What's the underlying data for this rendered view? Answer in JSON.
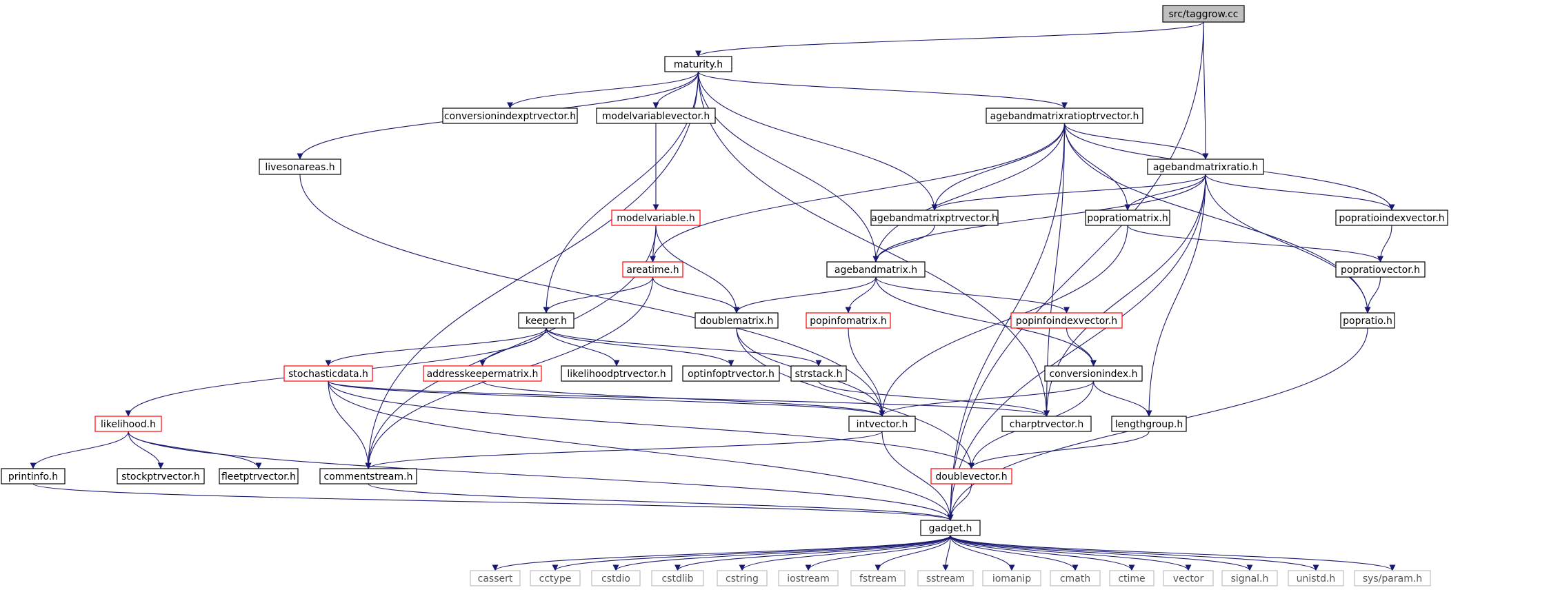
{
  "colors": {
    "edge": "#191970",
    "node_border": "#000000",
    "node_border_truncated": "#ff0000",
    "node_border_system": "#bfbfbf",
    "node_fill_root": "#bfbfbf",
    "node_fill": "#ffffff",
    "system_text": "#555555"
  },
  "nodes": [
    {
      "id": "taggrow",
      "label": "src/taggrow.cc",
      "style": "root"
    },
    {
      "id": "maturity",
      "label": "maturity.h",
      "style": "normal"
    },
    {
      "id": "conversionindexptrvector",
      "label": "conversionindexptrvector.h",
      "style": "normal"
    },
    {
      "id": "modelvariablevector",
      "label": "modelvariablevector.h",
      "style": "normal"
    },
    {
      "id": "agebandmatrixratioptrvector",
      "label": "agebandmatrixratioptrvector.h",
      "style": "normal"
    },
    {
      "id": "livesonareas",
      "label": "livesonareas.h",
      "style": "normal"
    },
    {
      "id": "agebandmatrixratio",
      "label": "agebandmatrixratio.h",
      "style": "normal"
    },
    {
      "id": "modelvariable",
      "label": "modelvariable.h",
      "style": "truncated"
    },
    {
      "id": "agebandmatrixptrvector",
      "label": "agebandmatrixptrvector.h",
      "style": "normal"
    },
    {
      "id": "popratiomatrix",
      "label": "popratiomatrix.h",
      "style": "normal"
    },
    {
      "id": "popratioindexvector",
      "label": "popratioindexvector.h",
      "style": "normal"
    },
    {
      "id": "areatime",
      "label": "areatime.h",
      "style": "truncated"
    },
    {
      "id": "agebandmatrix",
      "label": "agebandmatrix.h",
      "style": "normal"
    },
    {
      "id": "popratiovector",
      "label": "popratiovector.h",
      "style": "normal"
    },
    {
      "id": "keeper",
      "label": "keeper.h",
      "style": "normal"
    },
    {
      "id": "doublematrix",
      "label": "doublematrix.h",
      "style": "normal"
    },
    {
      "id": "popinfomatrix",
      "label": "popinfomatrix.h",
      "style": "truncated"
    },
    {
      "id": "popinfoindexvector",
      "label": "popinfoindexvector.h",
      "style": "truncated"
    },
    {
      "id": "popratio",
      "label": "popratio.h",
      "style": "normal"
    },
    {
      "id": "stochasticdata",
      "label": "stochasticdata.h",
      "style": "truncated"
    },
    {
      "id": "addresskeepermatrix",
      "label": "addresskeepermatrix.h",
      "style": "truncated"
    },
    {
      "id": "likelihoodptrvector",
      "label": "likelihoodptrvector.h",
      "style": "normal"
    },
    {
      "id": "optinfoptrvector",
      "label": "optinfoptrvector.h",
      "style": "normal"
    },
    {
      "id": "strstack",
      "label": "strstack.h",
      "style": "normal"
    },
    {
      "id": "conversionindex",
      "label": "conversionindex.h",
      "style": "normal"
    },
    {
      "id": "likelihood",
      "label": "likelihood.h",
      "style": "truncated"
    },
    {
      "id": "intvector",
      "label": "intvector.h",
      "style": "normal"
    },
    {
      "id": "charptrvector",
      "label": "charptrvector.h",
      "style": "normal"
    },
    {
      "id": "lengthgroup",
      "label": "lengthgroup.h",
      "style": "normal"
    },
    {
      "id": "printinfo",
      "label": "printinfo.h",
      "style": "normal"
    },
    {
      "id": "stockptrvector",
      "label": "stockptrvector.h",
      "style": "normal"
    },
    {
      "id": "fleetptrvector",
      "label": "fleetptrvector.h",
      "style": "normal"
    },
    {
      "id": "commentstream",
      "label": "commentstream.h",
      "style": "normal"
    },
    {
      "id": "doublevector",
      "label": "doublevector.h",
      "style": "truncated"
    },
    {
      "id": "gadget",
      "label": "gadget.h",
      "style": "normal"
    },
    {
      "id": "cassert",
      "label": "cassert",
      "style": "system"
    },
    {
      "id": "cctype",
      "label": "cctype",
      "style": "system"
    },
    {
      "id": "cstdio",
      "label": "cstdio",
      "style": "system"
    },
    {
      "id": "cstdlib",
      "label": "cstdlib",
      "style": "system"
    },
    {
      "id": "cstring",
      "label": "cstring",
      "style": "system"
    },
    {
      "id": "iostream",
      "label": "iostream",
      "style": "system"
    },
    {
      "id": "fstream",
      "label": "fstream",
      "style": "system"
    },
    {
      "id": "sstream",
      "label": "sstream",
      "style": "system"
    },
    {
      "id": "iomanip",
      "label": "iomanip",
      "style": "system"
    },
    {
      "id": "cmath",
      "label": "cmath",
      "style": "system"
    },
    {
      "id": "ctime",
      "label": "ctime",
      "style": "system"
    },
    {
      "id": "vector",
      "label": "vector",
      "style": "system"
    },
    {
      "id": "signalh",
      "label": "signal.h",
      "style": "system"
    },
    {
      "id": "unistd",
      "label": "unistd.h",
      "style": "system"
    },
    {
      "id": "sysparam",
      "label": "sys/param.h",
      "style": "system"
    }
  ],
  "edges": [
    [
      "taggrow",
      "maturity"
    ],
    [
      "taggrow",
      "agebandmatrixratio"
    ],
    [
      "taggrow",
      "gadget"
    ],
    [
      "maturity",
      "conversionindexptrvector"
    ],
    [
      "maturity",
      "modelvariablevector"
    ],
    [
      "maturity",
      "agebandmatrixratioptrvector"
    ],
    [
      "maturity",
      "livesonareas"
    ],
    [
      "maturity",
      "keeper"
    ],
    [
      "maturity",
      "commentstream"
    ],
    [
      "maturity",
      "agebandmatrixptrvector"
    ],
    [
      "maturity",
      "agebandmatrix"
    ],
    [
      "maturity",
      "charptrvector"
    ],
    [
      "modelvariablevector",
      "modelvariable"
    ],
    [
      "agebandmatrixratioptrvector",
      "agebandmatrixratio"
    ],
    [
      "agebandmatrixratioptrvector",
      "agebandmatrixptrvector"
    ],
    [
      "agebandmatrixratioptrvector",
      "agebandmatrix"
    ],
    [
      "agebandmatrixratioptrvector",
      "popratiomatrix"
    ],
    [
      "agebandmatrixratioptrvector",
      "popratioindexvector"
    ],
    [
      "agebandmatrixratioptrvector",
      "popratio"
    ],
    [
      "agebandmatrixratioptrvector",
      "areatime"
    ],
    [
      "agebandmatrixratioptrvector",
      "charptrvector"
    ],
    [
      "agebandmatrixratioptrvector",
      "gadget"
    ],
    [
      "livesonareas",
      "intvector"
    ],
    [
      "agebandmatrixratio",
      "agebandmatrixptrvector"
    ],
    [
      "agebandmatrixratio",
      "popratiomatrix"
    ],
    [
      "agebandmatrixratio",
      "popratioindexvector"
    ],
    [
      "agebandmatrixratio",
      "agebandmatrix"
    ],
    [
      "agebandmatrixratio",
      "popratio"
    ],
    [
      "agebandmatrixratio",
      "charptrvector"
    ],
    [
      "agebandmatrixratio",
      "lengthgroup"
    ],
    [
      "agebandmatrixratio",
      "gadget"
    ],
    [
      "modelvariable",
      "areatime"
    ],
    [
      "modelvariable",
      "doublematrix"
    ],
    [
      "modelvariable",
      "commentstream"
    ],
    [
      "agebandmatrixptrvector",
      "agebandmatrix"
    ],
    [
      "popratiomatrix",
      "popratiovector"
    ],
    [
      "popratiomatrix",
      "intvector"
    ],
    [
      "popratioindexvector",
      "popratiovector"
    ],
    [
      "areatime",
      "keeper"
    ],
    [
      "areatime",
      "doublematrix"
    ],
    [
      "areatime",
      "commentstream"
    ],
    [
      "agebandmatrix",
      "doublematrix"
    ],
    [
      "agebandmatrix",
      "popinfomatrix"
    ],
    [
      "agebandmatrix",
      "popinfoindexvector"
    ],
    [
      "agebandmatrix",
      "conversionindex"
    ],
    [
      "popratiovector",
      "popratio"
    ],
    [
      "keeper",
      "stochasticdata"
    ],
    [
      "keeper",
      "addresskeepermatrix"
    ],
    [
      "keeper",
      "likelihoodptrvector"
    ],
    [
      "keeper",
      "optinfoptrvector"
    ],
    [
      "keeper",
      "strstack"
    ],
    [
      "keeper",
      "likelihood"
    ],
    [
      "doublematrix",
      "intvector"
    ],
    [
      "doublematrix",
      "doublevector"
    ],
    [
      "popinfomatrix",
      "intvector"
    ],
    [
      "popinfoindexvector",
      "conversionindex"
    ],
    [
      "popratio",
      "gadget"
    ],
    [
      "stochasticdata",
      "commentstream"
    ],
    [
      "stochasticdata",
      "intvector"
    ],
    [
      "stochasticdata",
      "charptrvector"
    ],
    [
      "stochasticdata",
      "doublevector"
    ],
    [
      "stochasticdata",
      "gadget"
    ],
    [
      "addresskeepermatrix",
      "intvector"
    ],
    [
      "strstack",
      "charptrvector"
    ],
    [
      "conversionindex",
      "intvector"
    ],
    [
      "conversionindex",
      "lengthgroup"
    ],
    [
      "conversionindex",
      "doublevector"
    ],
    [
      "likelihood",
      "printinfo"
    ],
    [
      "likelihood",
      "stockptrvector"
    ],
    [
      "likelihood",
      "fleetptrvector"
    ],
    [
      "likelihood",
      "gadget"
    ],
    [
      "intvector",
      "commentstream"
    ],
    [
      "intvector",
      "gadget"
    ],
    [
      "lengthgroup",
      "doublevector"
    ],
    [
      "printinfo",
      "gadget"
    ],
    [
      "commentstream",
      "gadget"
    ],
    [
      "doublevector",
      "gadget"
    ],
    [
      "gadget",
      "cassert"
    ],
    [
      "gadget",
      "cctype"
    ],
    [
      "gadget",
      "cstdio"
    ],
    [
      "gadget",
      "cstdlib"
    ],
    [
      "gadget",
      "cstring"
    ],
    [
      "gadget",
      "iostream"
    ],
    [
      "gadget",
      "fstream"
    ],
    [
      "gadget",
      "sstream"
    ],
    [
      "gadget",
      "iomanip"
    ],
    [
      "gadget",
      "cmath"
    ],
    [
      "gadget",
      "ctime"
    ],
    [
      "gadget",
      "vector"
    ],
    [
      "gadget",
      "signalh"
    ],
    [
      "gadget",
      "unistd"
    ],
    [
      "gadget",
      "sysparam"
    ]
  ]
}
